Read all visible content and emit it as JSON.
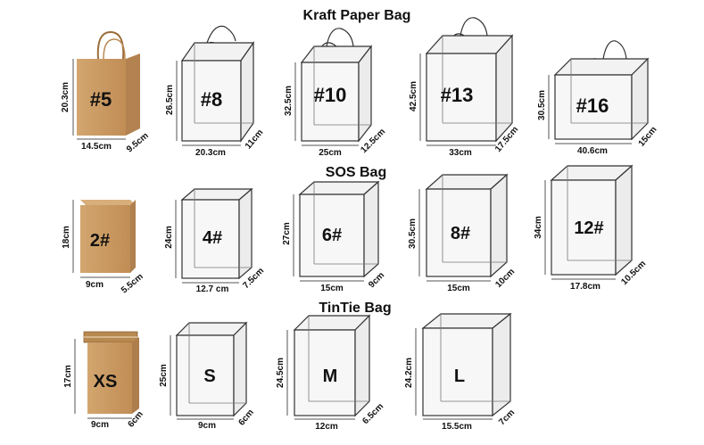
{
  "colors": {
    "kraft": "#c99a63",
    "kraft_dark": "#a87a45",
    "kraft_light": "#ddb988",
    "line": "#333333",
    "box_fill": "#f4f4f4"
  },
  "sections": [
    {
      "title": "Kraft Paper Bag",
      "bags": [
        {
          "label": "#5",
          "height": "20.3cm",
          "width": "14.5cm",
          "depth": "9.5cm",
          "style": "kraft-handle"
        },
        {
          "label": "#8",
          "height": "26.5cm",
          "width": "20.3cm",
          "depth": "11cm",
          "style": "wire-handle"
        },
        {
          "label": "#10",
          "height": "32.5cm",
          "width": "25cm",
          "depth": "12.5cm",
          "style": "wire-handle"
        },
        {
          "label": "#13",
          "height": "42.5cm",
          "width": "33cm",
          "depth": "17.5cm",
          "style": "wire-handle"
        },
        {
          "label": "#16",
          "height": "30.5cm",
          "width": "40.6cm",
          "depth": "15cm",
          "style": "wire-handle"
        }
      ]
    },
    {
      "title": "SOS Bag",
      "bags": [
        {
          "label": "2#",
          "height": "18cm",
          "width": "9cm",
          "depth": "5.5cm",
          "style": "kraft-sos"
        },
        {
          "label": "4#",
          "height": "24cm",
          "width": "12.7 cm",
          "depth": "7.5cm",
          "style": "wire"
        },
        {
          "label": "6#",
          "height": "27cm",
          "width": "15cm",
          "depth": "9cm",
          "style": "wire"
        },
        {
          "label": "8#",
          "height": "30.5cm",
          "width": "15cm",
          "depth": "10cm",
          "style": "wire"
        },
        {
          "label": "12#",
          "height": "34cm",
          "width": "17.8cm",
          "depth": "10.5cm",
          "style": "wire"
        }
      ]
    },
    {
      "title": "TinTie Bag",
      "bags": [
        {
          "label": "XS",
          "height": "17cm",
          "width": "9cm",
          "depth": "6cm",
          "style": "kraft-tintie"
        },
        {
          "label": "S",
          "height": "25cm",
          "width": "9cm",
          "depth": "6cm",
          "style": "wire"
        },
        {
          "label": "M",
          "height": "24.5cm",
          "width": "12cm",
          "depth": "6.5cm",
          "style": "wire"
        },
        {
          "label": "L",
          "height": "24.2cm",
          "width": "15.5cm",
          "depth": "7cm",
          "style": "wire"
        }
      ]
    }
  ]
}
